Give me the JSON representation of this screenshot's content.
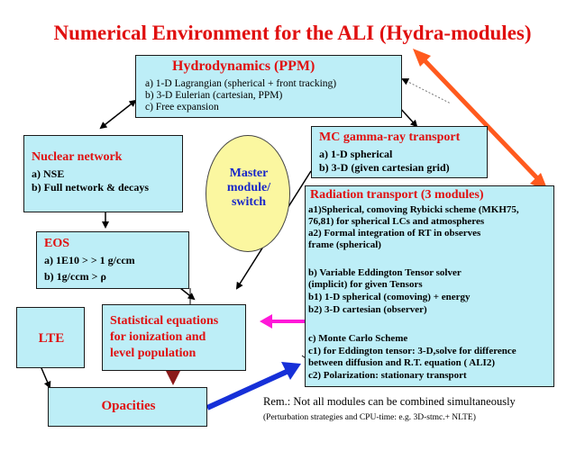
{
  "title": "Numerical Environment for the ALI  (Hydra-modules)",
  "hydro": {
    "heading": "Hydrodynamics (PPM)",
    "lines": [
      "a) 1-D Lagrangian (spherical + front tracking)",
      "b) 3-D Eulerian (cartesian, PPM)",
      "c) Free expansion"
    ]
  },
  "nuclear": {
    "heading": "Nuclear network",
    "lines": [
      "a) NSE",
      "b) Full network  & decays"
    ]
  },
  "master": [
    "Master",
    "module/",
    "switch"
  ],
  "mc": {
    "heading": "MC gamma-ray transport",
    "lines": [
      "a) 1-D spherical",
      "b) 3-D (given cartesian grid)"
    ]
  },
  "eos": {
    "heading": "EOS",
    "lines": [
      "a) 1E10 >    > 1 g/ccm",
      "b) 1g/ccm > ρ"
    ]
  },
  "rt": {
    "heading": "Radiation transport (3 modules)",
    "lines": [
      "a1)Spherical, comoving Rybicki scheme (MKH75,",
      "     76,81) for spherical LCs and atmospheres",
      "a2) Formal integration of RT in observes",
      "     frame  (spherical)",
      "",
      "b) Variable Eddington Tensor solver",
      "    (implicit) for given Tensors",
      " b1) 1-D spherical (comoving) + energy",
      " b2) 3-D cartesian (observer)",
      "",
      "c) Monte Carlo Scheme",
      " c1) for Eddington tensor: 3-D,solve for difference",
      "     between diffusion  and R.T. equation ( ALI2)",
      " c2) Polarization: stationary transport"
    ]
  },
  "lte": {
    "label": "LTE"
  },
  "stat": {
    "lines": [
      "Statistical equations",
      "for ionization and",
      "level population"
    ]
  },
  "opac": {
    "label": "Opacities"
  },
  "rem": "Rem.: Not all modules can be combined simultaneously",
  "perturb": "(Perturbation strategies and CPU-time: e.g. 3D-stmc.+ NLTE)",
  "colors": {
    "box_fill": "#bdeef7",
    "heading_red": "#e01010",
    "master_blue": "#1a28c8",
    "ellipse_fill": "#fbf7a0",
    "arrow_orange": "#ff5a1e",
    "arrow_magenta": "#ff18d8",
    "arrow_blue": "#1630d8",
    "arrow_darkred": "#8b1a1a"
  }
}
